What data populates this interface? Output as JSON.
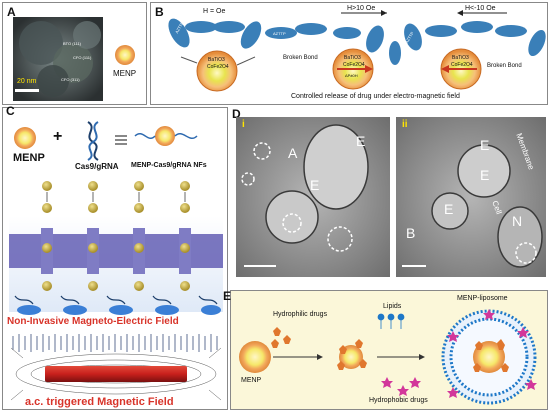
{
  "panel_a": {
    "label": "A",
    "tem_labels": [
      "BTO (111)",
      "CFO (111)",
      "CFO (311)"
    ],
    "scale_bar": "20 nm",
    "particle_label": "MENP"
  },
  "panel_b": {
    "label": "B",
    "states": [
      {
        "field": "H = Oe",
        "protein": "AZTTP",
        "core": "BaTiO3",
        "inner": "CoFe2O4",
        "bond": ""
      },
      {
        "field": "H>10 Oe",
        "protein": "AZTTP",
        "core": "BaTiO3",
        "inner": "CoFe2O4",
        "bond": "Broken Bond",
        "extra": "ΔP≠0H"
      },
      {
        "field": "H<-10 Oe",
        "protein": "AZTTP",
        "core": "BaTiO3",
        "inner": "CoFe2O4",
        "bond": "Broken Bond"
      }
    ],
    "caption": "Controlled release of drug under electro-magnetic field"
  },
  "panel_c": {
    "label": "C",
    "menp_label": "MENP",
    "plus": "+",
    "cas_label": "Cas9/gRNA",
    "product_label": "MENP-Cas9/gRNA NFs",
    "field_label": "Non-Invasive Magneto-Electric Field",
    "ac_label": "a.c. triggered Magnetic Field"
  },
  "panel_d": {
    "label": "D",
    "sub_i": "i",
    "sub_ii": "ii",
    "letters_i": [
      "A",
      "E",
      "E"
    ],
    "letters_ii": [
      "E",
      "E",
      "E",
      "N",
      "B"
    ],
    "membrane_label": "Membrane",
    "cell_label": "Cell"
  },
  "panel_e": {
    "label": "E",
    "hydrophilic": "Hydrophilic drugs",
    "lipids": "Lipids",
    "liposome": "MENP-liposome",
    "hydrophobic": "Hydrophobic drugs",
    "menp": "MENP"
  },
  "colors": {
    "particle_outer": "#f2a65a",
    "particle_inner": "#f6e86a",
    "protein": "#3a7fb8",
    "red_text": "#d8342a",
    "mem": "#6b67b8",
    "lipid_blue": "#1e78c8",
    "drug_pink": "#d2379a",
    "drug_orange": "#e0772e",
    "panel_e_bg": "#fbf7d9"
  }
}
